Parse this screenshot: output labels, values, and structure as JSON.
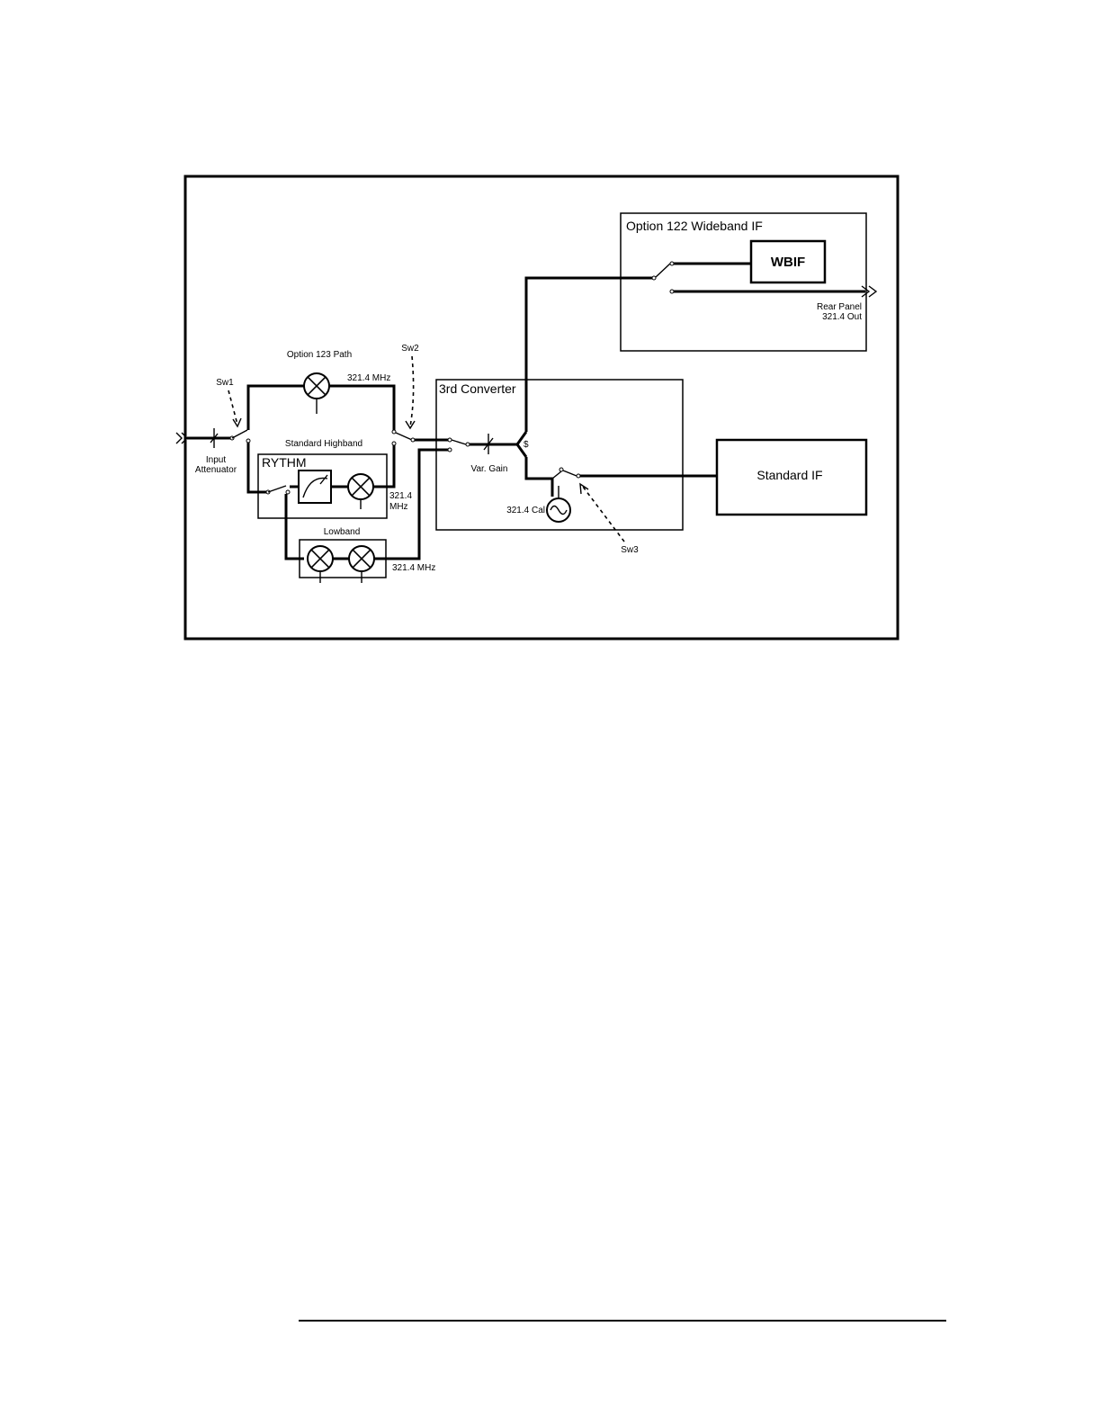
{
  "labels": {
    "option122": "Option 122 Wideband IF",
    "wbif": "WBIF",
    "rear_panel_1": "Rear Panel",
    "rear_panel_2": "321.4 Out",
    "option123_path": "Option 123 Path",
    "sw2": "Sw2",
    "sw1": "Sw1",
    "mhz_top": "321.4 MHz",
    "third_converter": "3rd Converter",
    "standard_highband": "Standard Highband",
    "input_1": "Input",
    "input_2": "Attenuator",
    "rythm": "RYTHM",
    "var_gain": "Var. Gain",
    "mhz_mid_1": "321.4",
    "mhz_mid_2": "MHz",
    "standard_if": "Standard IF",
    "cal": "321.4 Cal",
    "lowband": "Lowband",
    "mhz_low": "321.4 MHz",
    "sw3": "Sw3"
  }
}
